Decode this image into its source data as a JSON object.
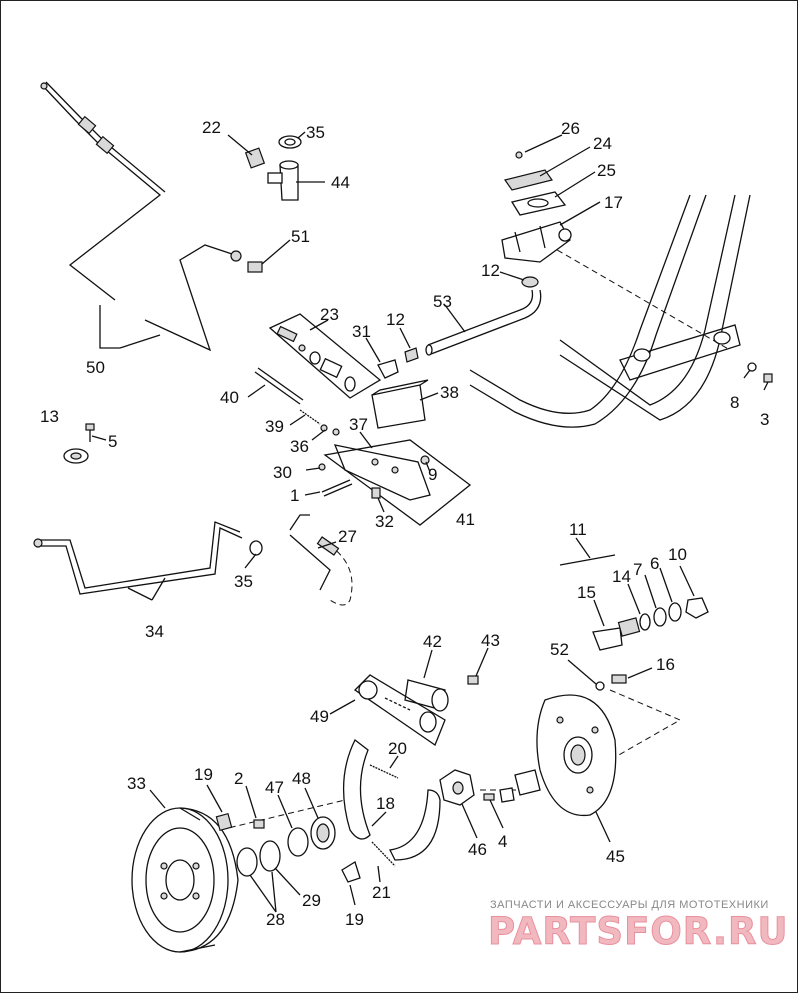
{
  "diagram": {
    "callouts": [
      "22",
      "35",
      "44",
      "26",
      "24",
      "25",
      "17",
      "51",
      "12",
      "53",
      "50",
      "23",
      "31",
      "12",
      "38",
      "40",
      "13",
      "5",
      "39",
      "36",
      "37",
      "8",
      "3",
      "30",
      "9",
      "1",
      "32",
      "41",
      "27",
      "11",
      "35",
      "34",
      "14",
      "7",
      "6",
      "10",
      "15",
      "42",
      "43",
      "52",
      "16",
      "49",
      "20",
      "33",
      "19",
      "2",
      "47",
      "48",
      "18",
      "46",
      "4",
      "45",
      "29",
      "28",
      "21",
      "19"
    ]
  },
  "watermark": {
    "caption": "ЗАПЧАСТИ И АКСЕССУАРЫ ДЛЯ МОТОТЕХНИКИ",
    "logo": "PARTSFOR.RU"
  }
}
